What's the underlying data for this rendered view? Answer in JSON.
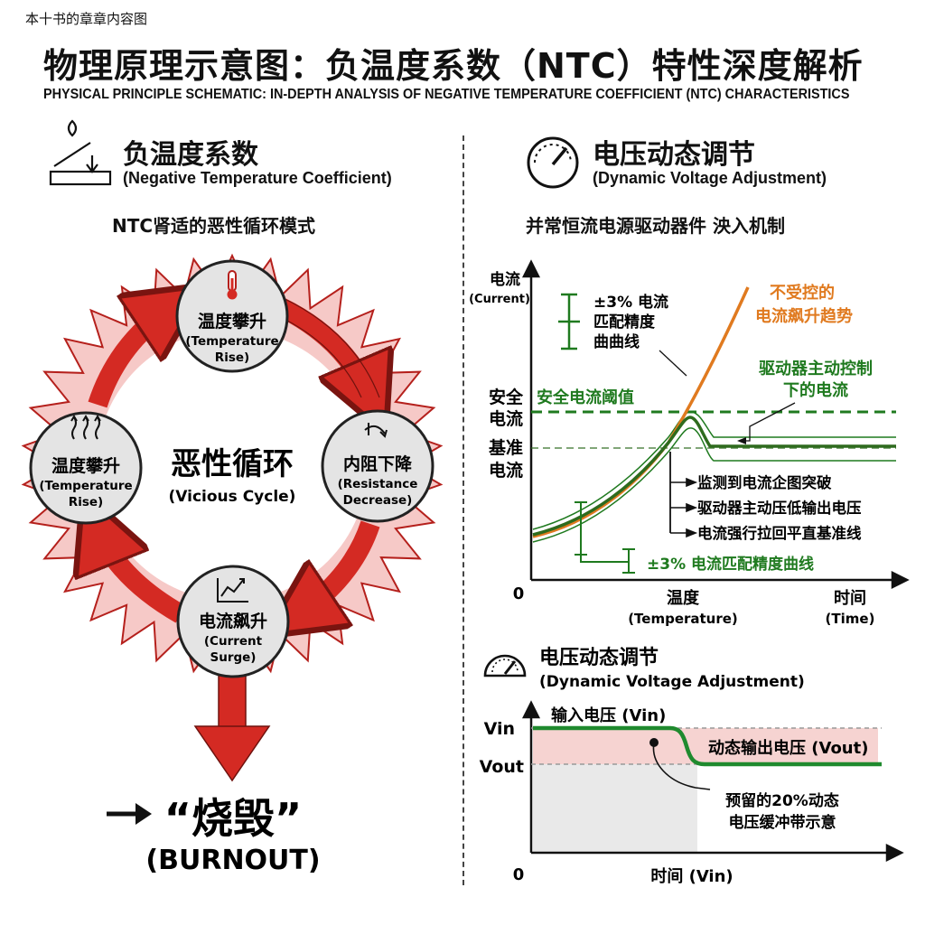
{
  "header": {
    "kicker": "本十书的章章内容图",
    "title": "物理原理示意图：负温度系数（NTC）特性深度解析",
    "subtitle": "PHYSICAL PRINCIPLE SCHEMATIC: IN-DEPTH ANALYSIS OF NEGATIVE TEMPERATURE COEFFICIENT (NTC) CHARACTERISTICS"
  },
  "left": {
    "title_cn": "负温度系数",
    "title_en": "(Negative Temperature Coefficient)",
    "heading": "NTC肾适的恶性循环模式",
    "center_cn": "恶性循环",
    "center_en": "(Vicious Cycle)",
    "nodes": [
      {
        "cn": "温度攀升",
        "en1": "(Temperature",
        "en2": "Rise)"
      },
      {
        "cn": "内阻下降",
        "en1": "(Resistance",
        "en2": "Decrease)"
      },
      {
        "cn": "电流飙升",
        "en1": "(Current",
        "en2": "Surge)"
      },
      {
        "cn": "温度攀升",
        "en1": "(Temperature",
        "en2": "Rise)"
      }
    ],
    "burnout_cn": "“烧毁”",
    "burnout_en": "(BURNOUT)",
    "colors": {
      "arrow": "#d42a23",
      "burst": "#f6c9c7",
      "burst_edge": "#b5201c",
      "node": "#e4e4e4"
    }
  },
  "right": {
    "title_cn": "电压动态调节",
    "title_en": "(Dynamic Voltage Adjustment)",
    "heading": "并常恒流电源驱动器件 泱入机制",
    "chart1": {
      "y_label_cn": "电流",
      "y_label_en": "(Current)",
      "x_label_cn": "温度",
      "x_label_en": "(Temperature)",
      "x_end_cn": "时间",
      "x_end_en": "(Time)",
      "origin": "0",
      "safe_cn1": "安全",
      "safe_cn2": "电流",
      "base_cn1": "基准",
      "base_cn2": "电流",
      "safe_line_label": "安全电流阈值",
      "tol_top1": "±3% 电流",
      "tol_top2": "匹配精度",
      "tol_top3": "曲曲线",
      "uncontrolled1": "不受控的",
      "uncontrolled2": "电流飙升趋势",
      "controlled1": "驱动器主动控制",
      "controlled2": "下的电流",
      "note1": "监测到电流企图突破",
      "note2": "驱动器主动压低输出电压",
      "note3": "电流强行拉回平直基准线",
      "tol_bottom": "±3% 电流匹配精度曲线",
      "colors": {
        "orange": "#e07a1f",
        "green": "#1f7a1f",
        "dark_green": "#2e6b1e"
      }
    },
    "chart2": {
      "title_cn": "电压动态调节",
      "title_en": "(Dynamic Voltage Adjustment)",
      "vin_label": "输入电压 (Vin)",
      "vin_tick": "Vin",
      "vout_tick": "Vout",
      "vout_label": "动态输出电压 (Vout)",
      "buffer1": "预留的20%动态",
      "buffer2": "电压缓冲带示意",
      "x_label": "时间 (Vin)",
      "origin": "0",
      "colors": {
        "line": "#1f8a2e",
        "band": "#f6d3d1",
        "grey": "#e9e9e9"
      }
    }
  }
}
